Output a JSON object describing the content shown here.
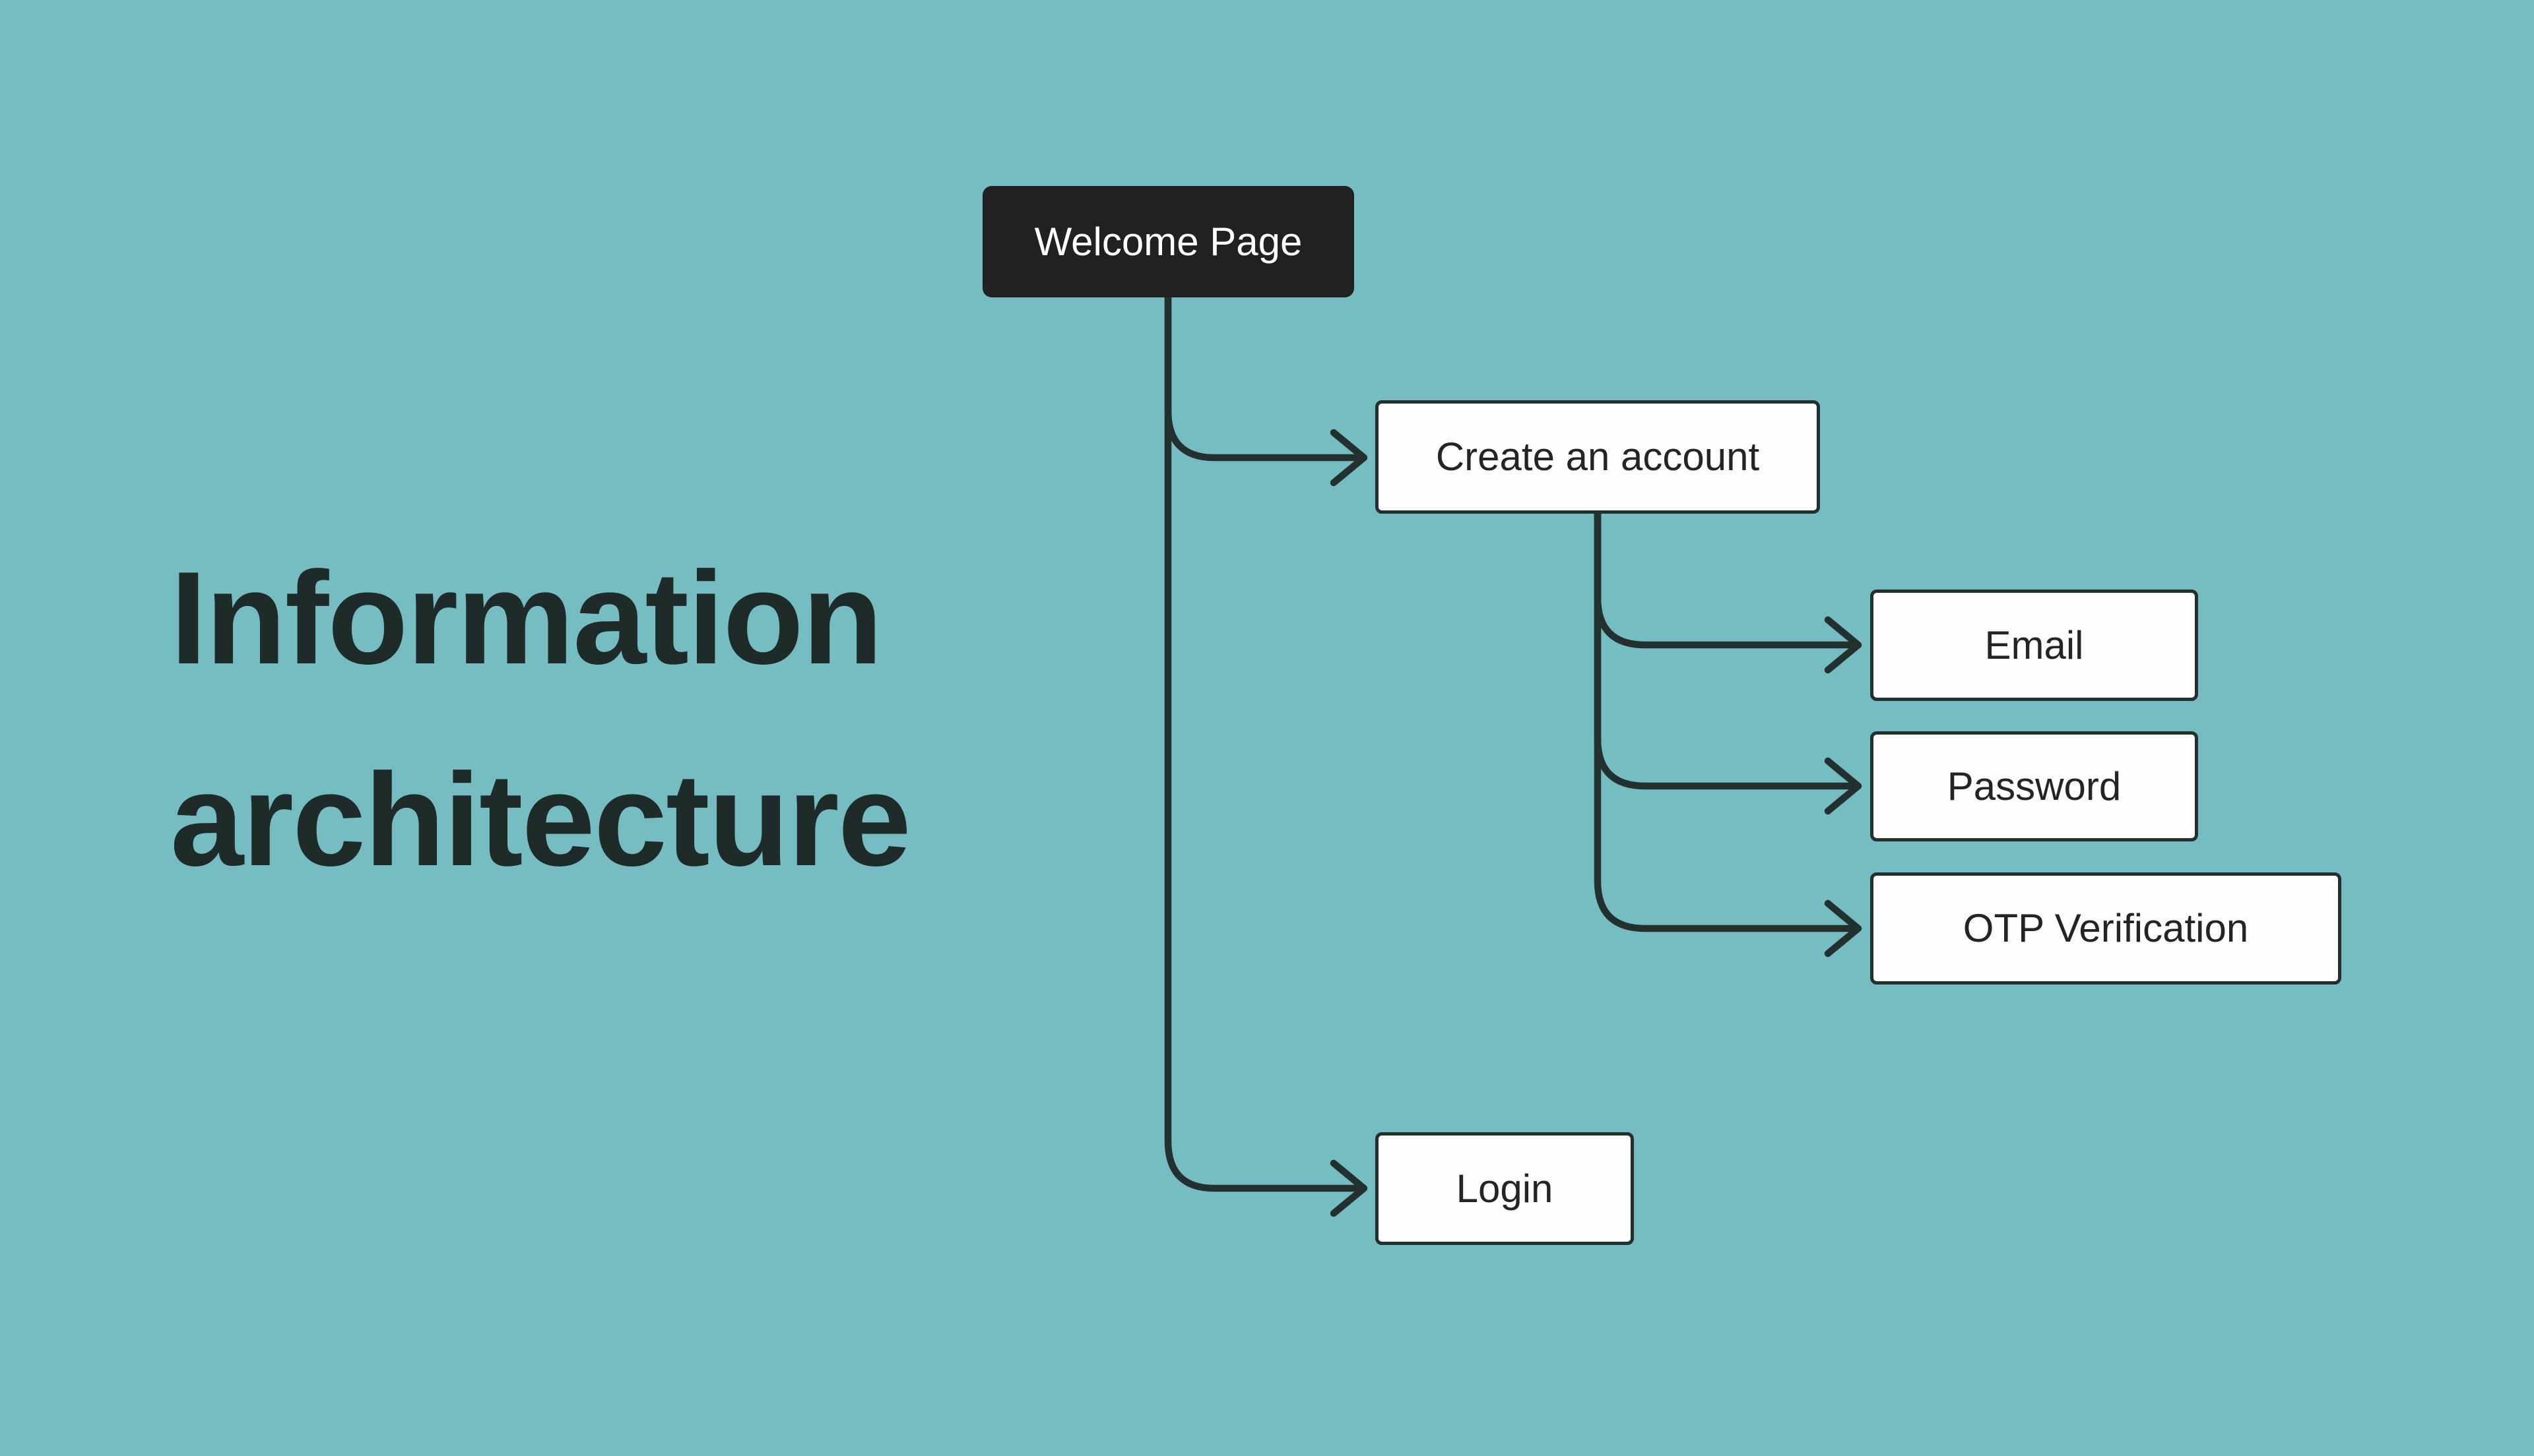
{
  "colors": {
    "background": "#76bcc3",
    "line": "#22312e",
    "title": "#1e2b29",
    "node_dark_bg": "#212121",
    "node_dark_text": "#ffffff",
    "node_light_bg": "#fdfdfd",
    "node_light_text": "#242424"
  },
  "title": {
    "lines": [
      "Information",
      "architecture"
    ]
  },
  "diagram": {
    "nodes": [
      {
        "id": "welcome",
        "label": "Welcome Page",
        "variant": "dark"
      },
      {
        "id": "create-account",
        "label": "Create an account",
        "variant": "light"
      },
      {
        "id": "email",
        "label": "Email",
        "variant": "light"
      },
      {
        "id": "password",
        "label": "Password",
        "variant": "light"
      },
      {
        "id": "otp",
        "label": "OTP Verification",
        "variant": "light"
      },
      {
        "id": "login",
        "label": "Login",
        "variant": "light"
      }
    ],
    "edges": [
      {
        "from": "welcome",
        "to": "create-account"
      },
      {
        "from": "welcome",
        "to": "login"
      },
      {
        "from": "create-account",
        "to": "email"
      },
      {
        "from": "create-account",
        "to": "password"
      },
      {
        "from": "create-account",
        "to": "otp"
      }
    ]
  }
}
